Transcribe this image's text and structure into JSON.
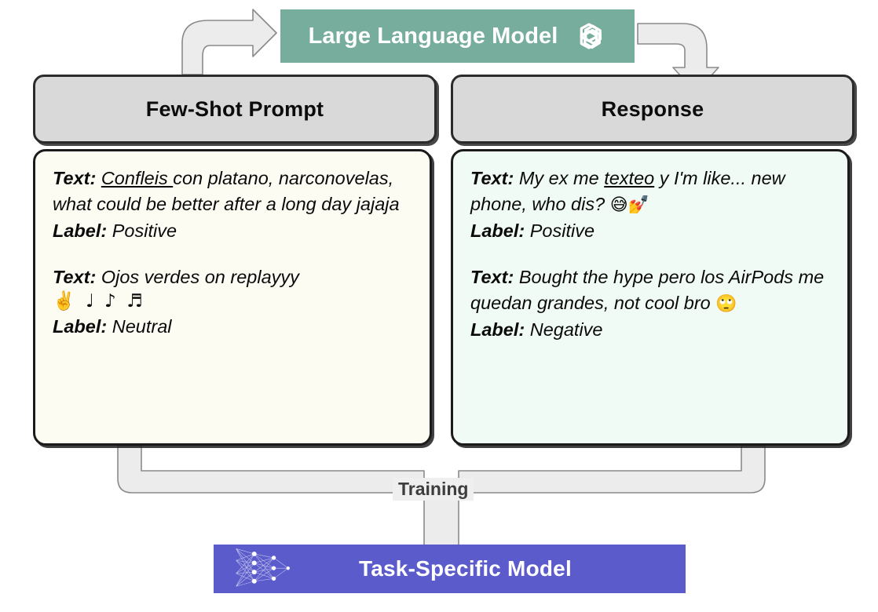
{
  "llm": {
    "title": "Large Language Model",
    "logo_icon": "openai-logo-icon",
    "bg_color": "#76ad9c"
  },
  "headers": {
    "left": "Few-Shot Prompt",
    "right": "Response",
    "bg_color": "#d9d9d9"
  },
  "prompt_box": {
    "bg_color": "#fdfcf3",
    "examples": [
      {
        "text_label": "Text:",
        "underlined": "Confleis ",
        "text_rest": "con platano, narconovelas, what could be better after a long day jajaja",
        "label_label": "Label:",
        "label_value": "Positive",
        "emojis": ""
      },
      {
        "text_label": "Text:",
        "underlined": "",
        "text_rest": "Ojos verdes on replayyy",
        "emojis": "✌️ ♩ ♪ ♬",
        "label_label": "Label:",
        "label_value": "Neutral"
      }
    ]
  },
  "response_box": {
    "bg_color": "#f1fbf6",
    "examples": [
      {
        "text_label": "Text:",
        "text_pre": "My ex me ",
        "underlined": "texteo",
        "text_rest": " y I'm like... new phone, who dis? ",
        "emojis": "😅💅",
        "label_label": "Label:",
        "label_value": "Positive"
      },
      {
        "text_label": "Text:",
        "text_pre": "Bought the hype pero los AirPods me quedan grandes, not cool bro ",
        "underlined": "",
        "text_rest": "",
        "emojis": "🙄",
        "label_label": "Label:",
        "label_value": "Negative"
      }
    ]
  },
  "flow": {
    "training_label": "Training",
    "arrow_fill": "#ececec",
    "arrow_stroke": "#8a8a8a"
  },
  "task_model": {
    "title": "Task-Specific Model",
    "bg_color": "#5b5bcc",
    "icon": "neural-network-icon"
  }
}
